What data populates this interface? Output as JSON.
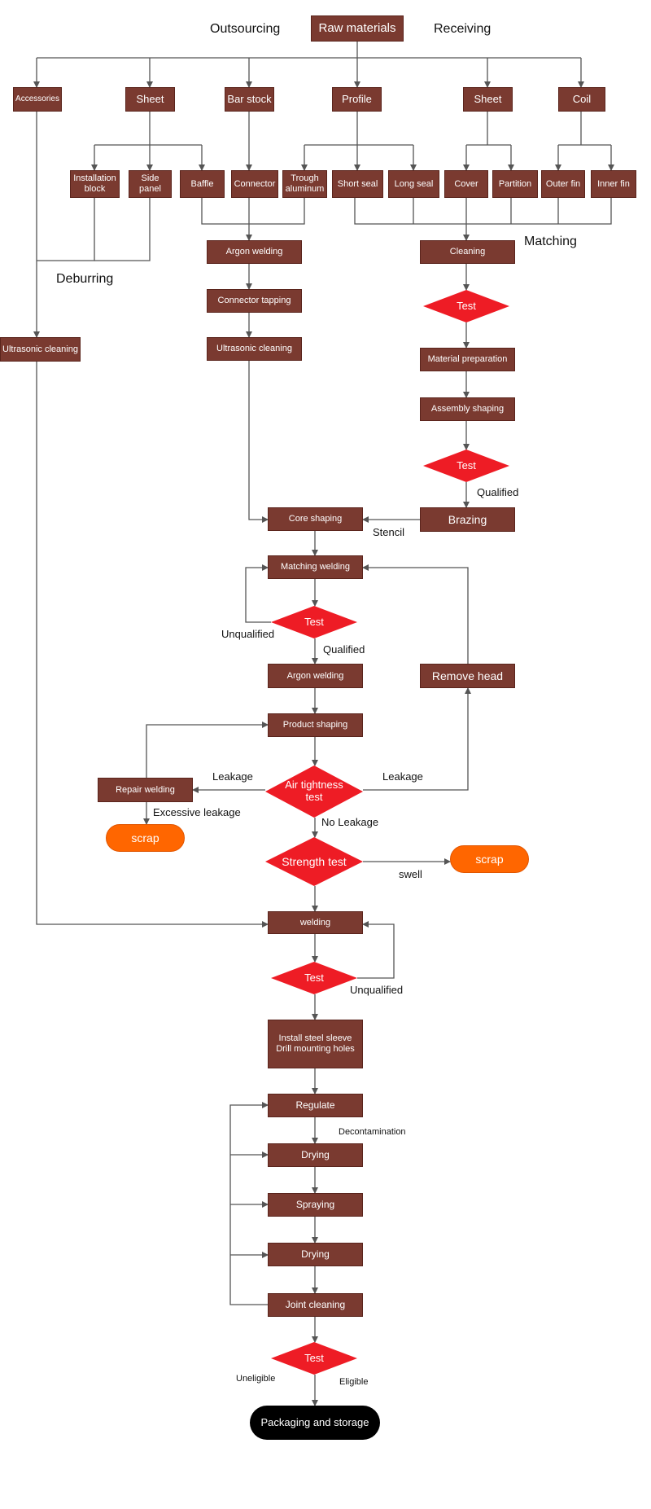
{
  "colors": {
    "box": "#7a3a30",
    "diamond": "#ee1c25",
    "scrap": "#ff6600",
    "final": "#000000",
    "line": "#555555"
  },
  "header": {
    "outsourcing": "Outsourcing",
    "receiving": "Receiving",
    "raw_materials": "Raw materials"
  },
  "row1": {
    "accessories": "Accessories",
    "sheet_a": "Sheet",
    "bar_stock": "Bar stock",
    "profile": "Profile",
    "sheet_b": "Sheet",
    "coil": "Coil"
  },
  "row2": {
    "installation_block": "Installation block",
    "side_panel": "Side panel",
    "baffle": "Baffle",
    "connector": "Connector",
    "trough_aluminum": "Trough aluminum",
    "short_seal": "Short seal",
    "long_seal": "Long seal",
    "cover": "Cover",
    "partition": "Partition",
    "outer_fin": "Outer fin",
    "inner_fin": "Inner fin"
  },
  "left": {
    "deburring": "Deburring",
    "ultrasonic_cleaning": "Ultrasonic cleaning"
  },
  "middle": {
    "argon_welding": "Argon welding",
    "connector_tapping": "Connector tapping",
    "ultrasonic_cleaning": "Ultrasonic cleaning"
  },
  "right": {
    "matching": "Matching",
    "cleaning": "Cleaning",
    "test1": "Test",
    "material_preparation": "Material preparation",
    "assembly_shaping": "Assembly shaping",
    "test2": "Test",
    "qualified": "Qualified",
    "brazing": "Brazing",
    "stencil": "Stencil"
  },
  "core": {
    "core_shaping": "Core shaping",
    "matching_welding": "Matching welding",
    "test": "Test",
    "unqualified": "Unqualified",
    "qualified": "Qualified",
    "argon_welding": "Argon welding",
    "remove_head": "Remove head",
    "product_shaping": "Product shaping",
    "air_tightness": "Air tightness test",
    "leakage_left": "Leakage",
    "leakage_right": "Leakage",
    "repair_welding": "Repair welding",
    "excessive_leakage": "Excessive leakage",
    "scrap_left": "scrap",
    "no_leakage": "No Leakage",
    "strength_test": "Strength test",
    "swell": "swell",
    "scrap_right": "scrap"
  },
  "final": {
    "welding": "welding",
    "test": "Test",
    "unqualified": "Unqualified",
    "install": "Install steel sleeve Drill mounting holes",
    "regulate": "Regulate",
    "decontamination": "Decontamination",
    "drying1": "Drying",
    "spraying": "Spraying",
    "drying2": "Drying",
    "joint_cleaning": "Joint cleaning",
    "test2": "Test",
    "uneligible": "Uneligible",
    "eligible": "Eligible",
    "packaging": "Packaging and storage"
  }
}
